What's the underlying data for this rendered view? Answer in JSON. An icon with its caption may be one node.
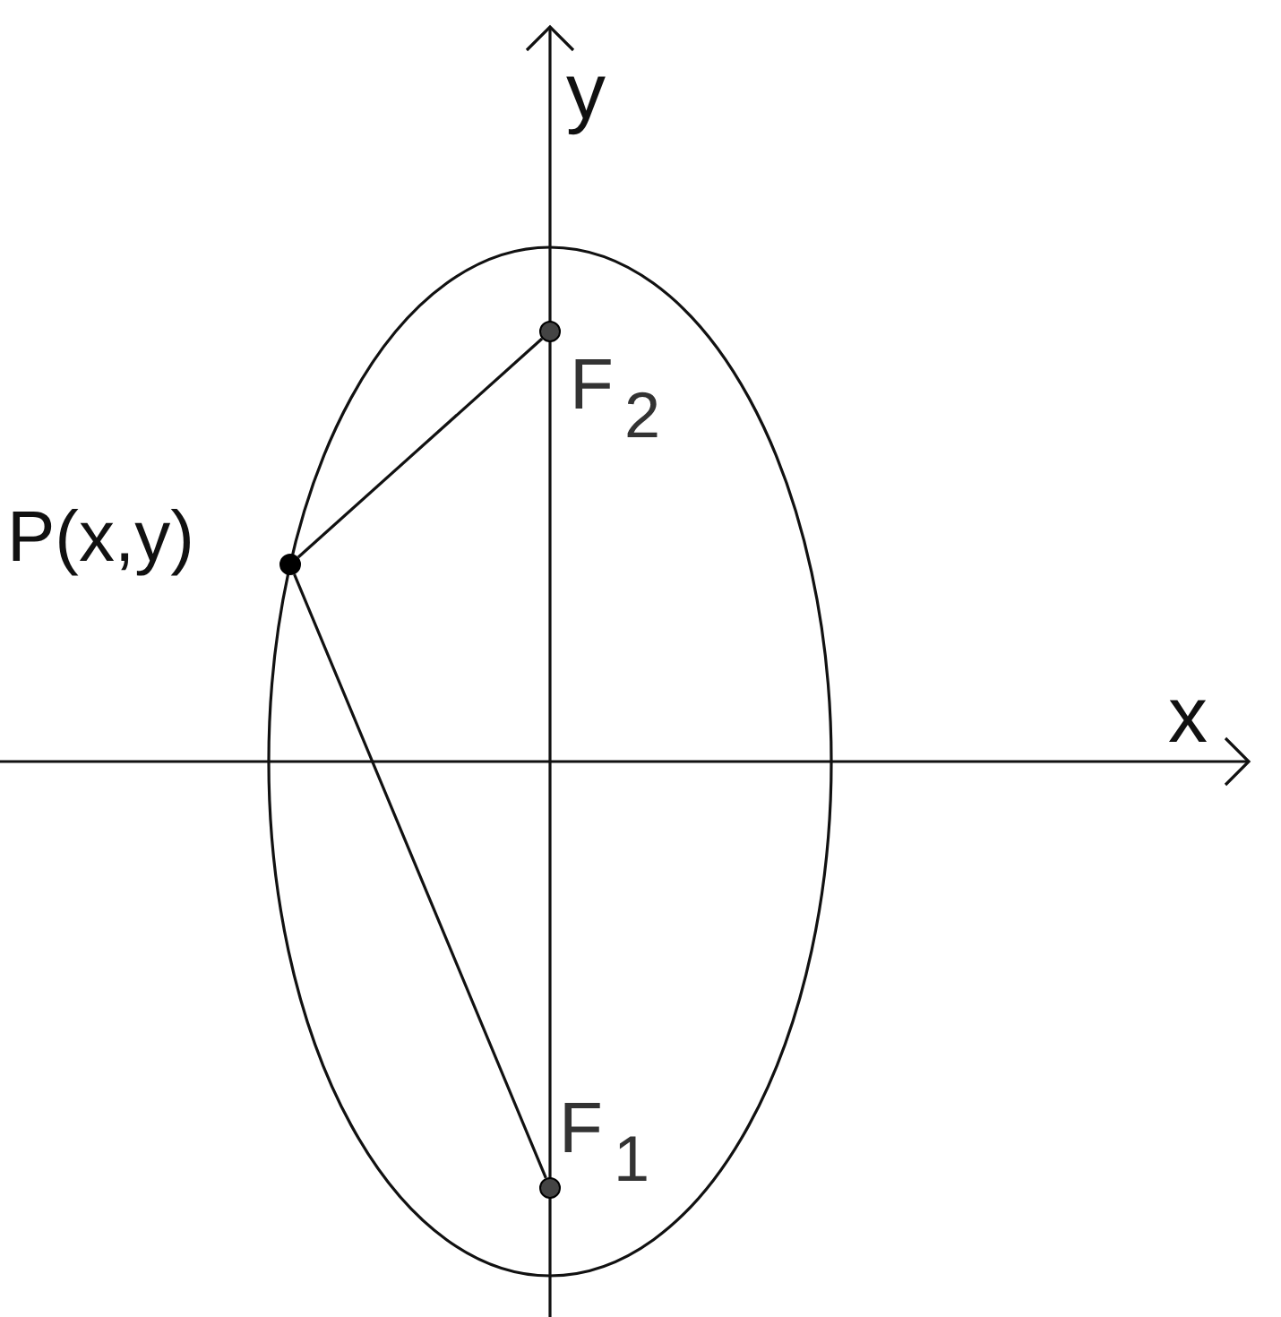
{
  "diagram": {
    "nodes": [
      {
        "text": [],
        "shape": "circle",
        "beside": [
          "P(x,y)"
        ]
      },
      {
        "text": [],
        "shape": "circle",
        "beside": [
          "F$_{2}$"
        ]
      },
      {
        "text": [],
        "shape": "circle",
        "beside": [
          "F$_{1}$"
        ]
      }
    ],
    "edges": [
      {
        "from": 0,
        "to": 1,
        "arrow": "none"
      },
      {
        "from": 0,
        "to": 2,
        "arrow": "none"
      }
    ],
    "labels": [
      "y",
      "x"
    ]
  }
}
